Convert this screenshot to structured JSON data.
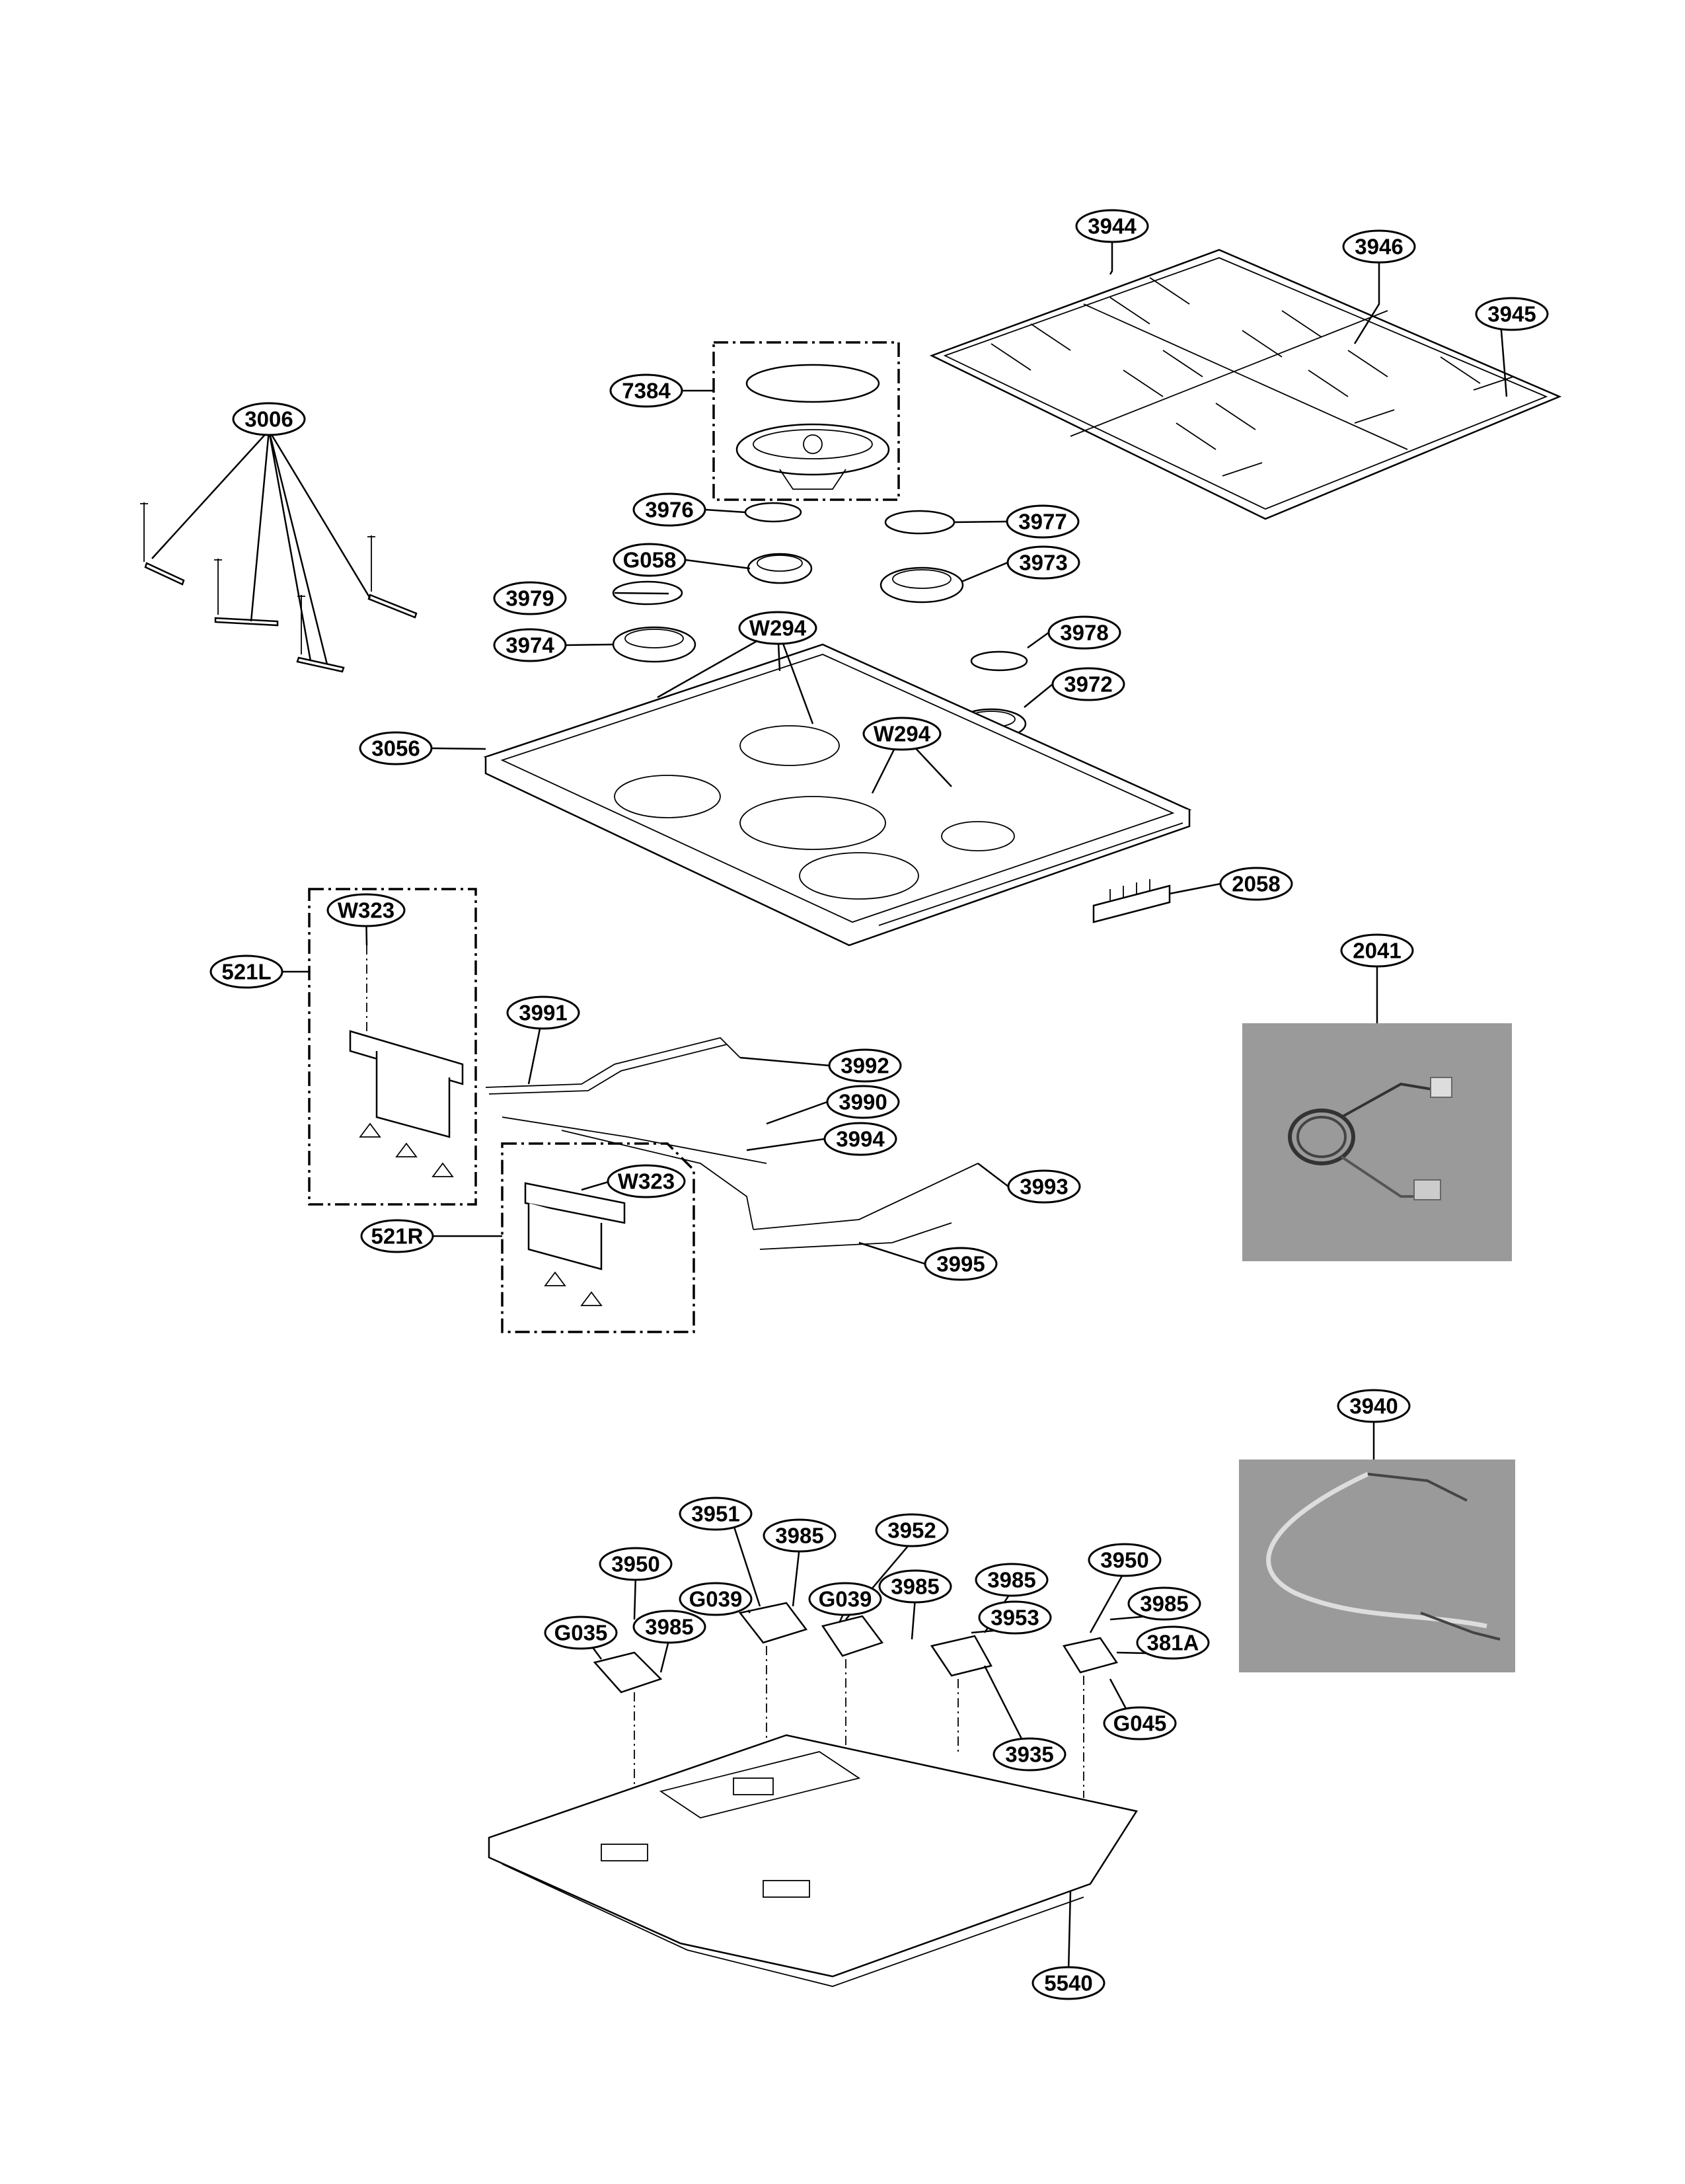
{
  "diagram": {
    "labels": [
      {
        "text": "3944"
      },
      {
        "text": "3946"
      },
      {
        "text": "3945"
      },
      {
        "text": "7384"
      },
      {
        "text": "3006"
      },
      {
        "text": "3976"
      },
      {
        "text": "3977"
      },
      {
        "text": "G058"
      },
      {
        "text": "3973"
      },
      {
        "text": "3979"
      },
      {
        "text": "3974"
      },
      {
        "text": "W294"
      },
      {
        "text": "3978"
      },
      {
        "text": "3972"
      },
      {
        "text": "W294"
      },
      {
        "text": "3056"
      },
      {
        "text": "2058"
      },
      {
        "text": "W323"
      },
      {
        "text": "521L"
      },
      {
        "text": "2041"
      },
      {
        "text": "3991"
      },
      {
        "text": "3992"
      },
      {
        "text": "3990"
      },
      {
        "text": "3994"
      },
      {
        "text": "W323"
      },
      {
        "text": "3993"
      },
      {
        "text": "521R"
      },
      {
        "text": "3995"
      },
      {
        "text": "3940"
      },
      {
        "text": "3951"
      },
      {
        "text": "3985"
      },
      {
        "text": "3952"
      },
      {
        "text": "3950"
      },
      {
        "text": "G039"
      },
      {
        "text": "G039"
      },
      {
        "text": "3985"
      },
      {
        "text": "3985"
      },
      {
        "text": "3950"
      },
      {
        "text": "G035"
      },
      {
        "text": "3985"
      },
      {
        "text": "3953"
      },
      {
        "text": "3985"
      },
      {
        "text": "381A"
      },
      {
        "text": "3935"
      },
      {
        "text": "G045"
      },
      {
        "text": "5540"
      }
    ],
    "photos": [
      {
        "name": "wire-harness-2041-photo"
      },
      {
        "name": "wire-harness-3940-photo"
      }
    ]
  }
}
